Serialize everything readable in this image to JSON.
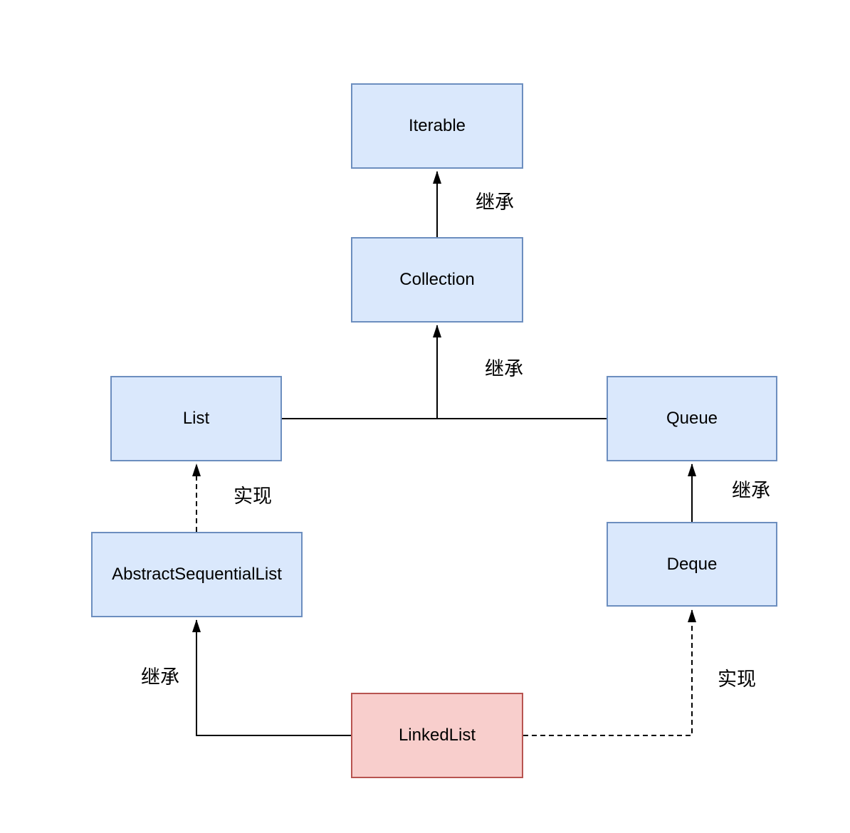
{
  "diagram": {
    "nodes": {
      "iterable": {
        "label": "Iterable"
      },
      "collection": {
        "label": "Collection"
      },
      "list": {
        "label": "List"
      },
      "queue": {
        "label": "Queue"
      },
      "abstract_sequential_list": {
        "label": "AbstractSequentialList"
      },
      "deque": {
        "label": "Deque"
      },
      "linked_list": {
        "label": "LinkedList"
      }
    },
    "edge_labels": {
      "collection_to_iterable": "继承",
      "list_queue_to_collection": "继承",
      "asl_to_list": "实现",
      "deque_to_queue": "继承",
      "linkedlist_to_asl": "继承",
      "linkedlist_to_deque": "实现"
    },
    "colors": {
      "interface_fill": "#dae8fc",
      "interface_border": "#6c8ebf",
      "class_fill": "#f8cecc",
      "class_border": "#b85450",
      "edge": "#000000",
      "text": "#000000",
      "background": "#ffffff"
    }
  }
}
